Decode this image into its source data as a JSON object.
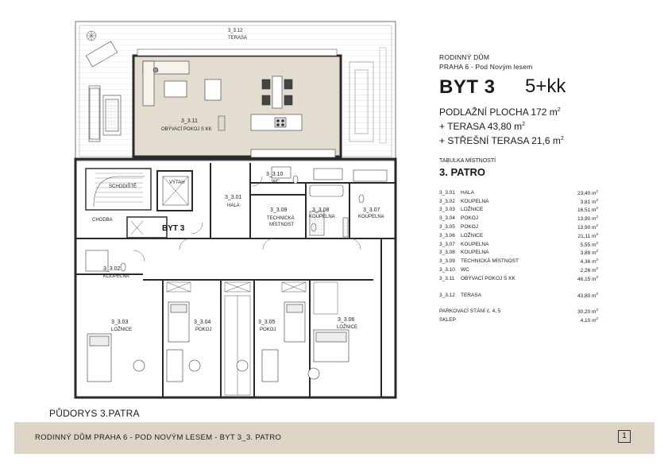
{
  "project": {
    "line1": "RODINNÝ DŮM",
    "line2": "PRAHA 6 - Pod Novým lesem"
  },
  "unit": {
    "name": "BYT 3",
    "layout": "5+kk",
    "floor_area": "PODLAŽNÍ PLOCHA  172 m",
    "terrace": "+ TERASA 43,80 m",
    "roof_terrace": "+ STŘEŠNÍ TERASA 21,6 m",
    "sq": "2"
  },
  "table": {
    "title": "TABULKA MÍSTNOSTÍ",
    "floor": "3. PATRO",
    "rooms": [
      {
        "code": "3_3.01",
        "name": "HALA",
        "area": "23,40 m"
      },
      {
        "code": "3_3.02",
        "name": "KOUPELNA",
        "area": "3,81 m"
      },
      {
        "code": "3_3.03",
        "name": "LOŽNICE",
        "area": "16,51 m"
      },
      {
        "code": "3_3.04",
        "name": "POKOJ",
        "area": "13,90 m"
      },
      {
        "code": "3_3.05",
        "name": "POKOJ",
        "area": "13,90 m"
      },
      {
        "code": "3_3.06",
        "name": "LOŽNICE",
        "area": "21,11 m"
      },
      {
        "code": "3_3.07",
        "name": "KOUPELNA",
        "area": "5,55 m"
      },
      {
        "code": "3_3.08",
        "name": "KOUPELNA",
        "area": "3,89 m"
      },
      {
        "code": "3_3.09",
        "name": "TECHNICKÁ MÍSTNOST",
        "area": "4,36 m"
      },
      {
        "code": "3_3.10",
        "name": "WC",
        "area": "2,26 m"
      },
      {
        "code": "3_3.11",
        "name": "OBÝVACÍ POKOJ S KK",
        "area": "46,15 m"
      }
    ],
    "terrace": {
      "code": "3_3.12",
      "name": "TERASA",
      "area": "43,80 m"
    },
    "parking": {
      "name": "PARKOVACÍ STÁNÍ č. 4, 5",
      "area": "30,20 m"
    },
    "cellar": {
      "name": "SKLEP",
      "area": "4,10 m"
    }
  },
  "plan": {
    "caption": "PŮDORYS 3.PATRA",
    "labels": {
      "r312_num": "3_3.12",
      "r312_name": "TERASA",
      "r311_num": "3_3.11",
      "r311_name": "OBÝVACÍ POKOJ S KK",
      "r310_num": "3_3.10",
      "r310_name": "WC",
      "r301_num": "3_3.01",
      "r301_name": "HALA",
      "r309_num": "3_3.09",
      "r309_name1": "TECHNICKÁ",
      "r309_name2": "MÍSTNOST",
      "r308_num": "3_3.08",
      "r308_name": "KOUPELNA",
      "r307_num": "3_3.07",
      "r307_name": "KOUPELNA",
      "r302_num": "3_3.02",
      "r302_name": "KOUPELNA",
      "r303_num": "3_3.03",
      "r303_name": "LOŽNICE",
      "r304_num": "3_3.04",
      "r304_name": "POKOJ",
      "r305_num": "3_3.05",
      "r305_name": "POKOJ",
      "r306_num": "3_3.06",
      "r306_name": "LOŽNICE",
      "stairs": "SCHODIŠTĚ",
      "lift": "VÝTAH",
      "corridor": "CHODBA",
      "unit_tag": "BYT 3"
    }
  },
  "footer": {
    "title": "RODINNÝ DŮM PRAHA 6 - POD NOVÝM LESEM - BYT 3_3. PATRO",
    "page": "1"
  },
  "colors": {
    "living_room_fill": "#e3ddd0",
    "footer_fill": "#dcd5c5",
    "wall": "#2a2a2a"
  }
}
